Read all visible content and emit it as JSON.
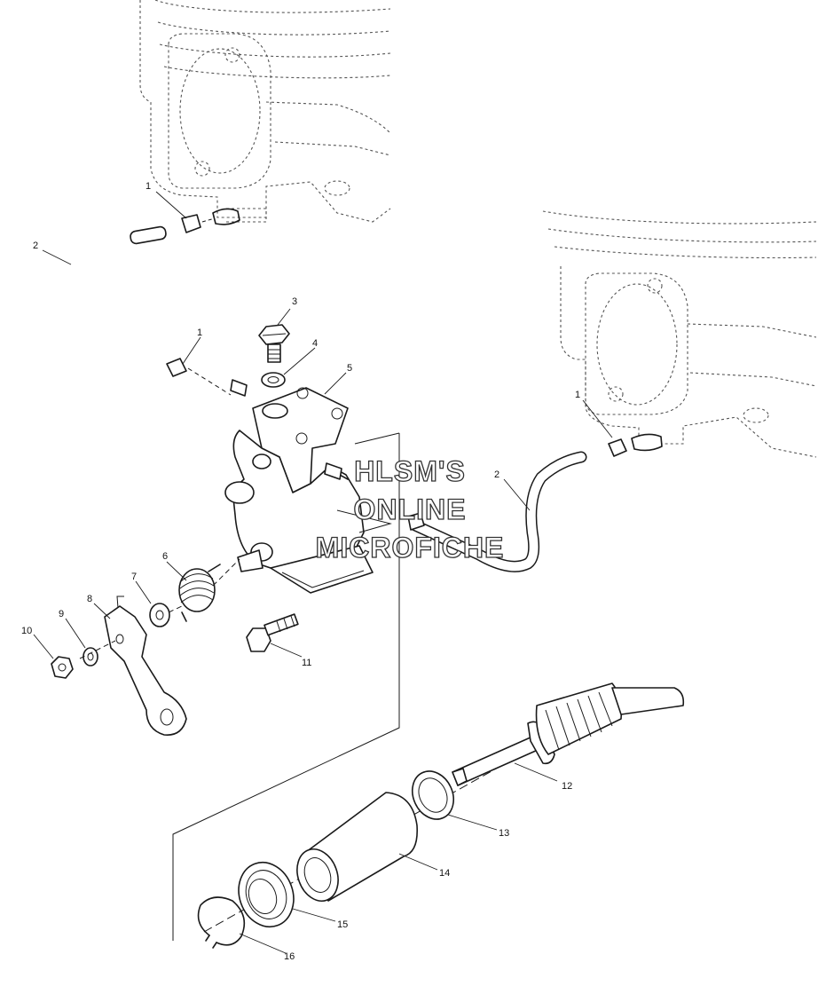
{
  "callouts": [
    {
      "id": "c1a",
      "text": "1"
    },
    {
      "id": "c2a",
      "text": "2"
    },
    {
      "id": "c1b",
      "text": "1"
    },
    {
      "id": "c3",
      "text": "3"
    },
    {
      "id": "c4",
      "text": "4"
    },
    {
      "id": "c5",
      "text": "5"
    },
    {
      "id": "c1c",
      "text": "1"
    },
    {
      "id": "c2b",
      "text": "2"
    },
    {
      "id": "c6",
      "text": "6"
    },
    {
      "id": "c7",
      "text": "7"
    },
    {
      "id": "c8",
      "text": "8"
    },
    {
      "id": "c9",
      "text": "9"
    },
    {
      "id": "c10",
      "text": "10"
    },
    {
      "id": "c11",
      "text": "11"
    },
    {
      "id": "c12",
      "text": "12"
    },
    {
      "id": "c13",
      "text": "13"
    },
    {
      "id": "c14",
      "text": "14"
    },
    {
      "id": "c15",
      "text": "15"
    },
    {
      "id": "c16",
      "text": "16"
    }
  ],
  "watermark": {
    "line1": "HLSM'S",
    "line2": "ONLINE",
    "line3": "MICROFICHE"
  }
}
